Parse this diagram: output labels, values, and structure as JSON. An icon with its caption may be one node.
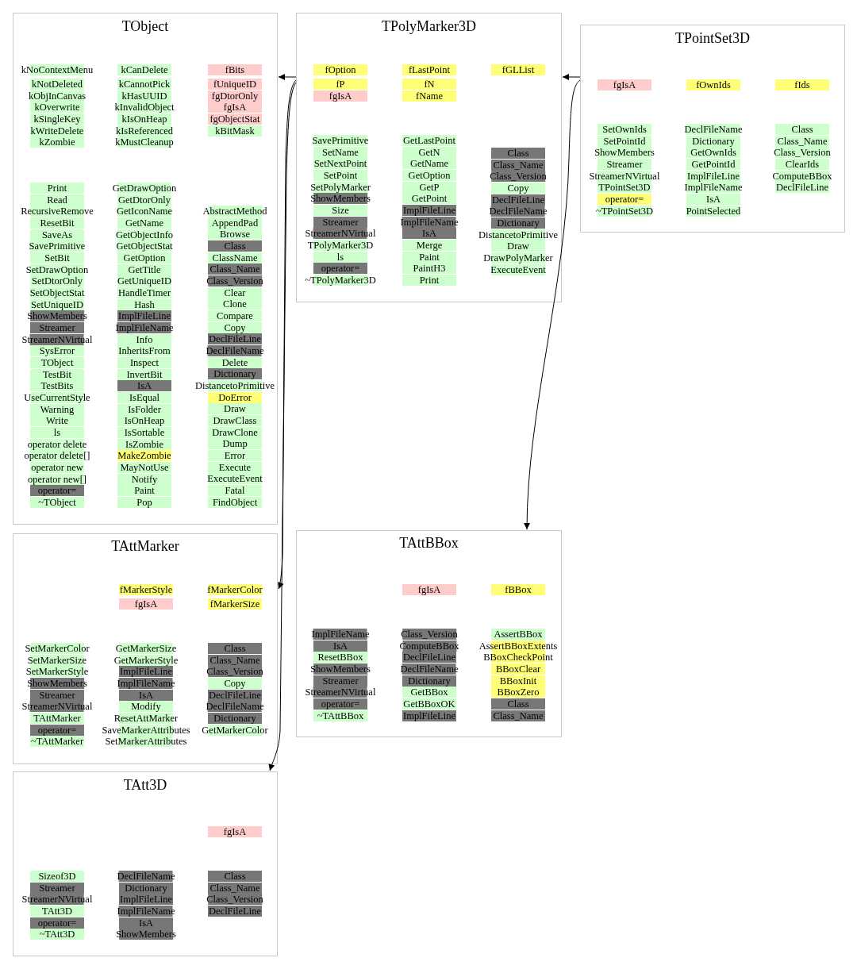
{
  "diagram": {
    "nodes": [
      {
        "text": [
          "TObject"
        ]
      },
      {
        "text": [
          "TPolyMarker3D"
        ]
      },
      {
        "text": [
          "TPointSet3D"
        ]
      },
      {
        "text": [
          "TAttMarker"
        ]
      },
      {
        "text": [
          "TAttBBox"
        ]
      },
      {
        "text": [
          "TAtt3D"
        ]
      },
      {
        "text": [
          "kNoContextMenu"
        ],
        "in": 0
      },
      {
        "text": [
          "kNotDeleted"
        ],
        "in": 0
      },
      {
        "text": [
          "kObjInCanvas"
        ],
        "in": 0
      },
      {
        "text": [
          "kOverwrite"
        ],
        "in": 0
      },
      {
        "text": [
          "kSingleKey"
        ],
        "in": 0
      },
      {
        "text": [
          "kWriteDelete"
        ],
        "in": 0
      },
      {
        "text": [
          "kZombie"
        ],
        "in": 0
      },
      {
        "text": [
          "kCanDelete"
        ],
        "in": 0
      },
      {
        "text": [
          "kCannotPick"
        ],
        "in": 0
      },
      {
        "text": [
          "kHasUUID"
        ],
        "in": 0
      },
      {
        "text": [
          "kInvalidObject"
        ],
        "in": 0
      },
      {
        "text": [
          "kIsOnHeap"
        ],
        "in": 0
      },
      {
        "text": [
          "kIsReferenced"
        ],
        "in": 0
      },
      {
        "text": [
          "kMustCleanup"
        ],
        "in": 0
      },
      {
        "text": [
          "fBits"
        ],
        "in": 0
      },
      {
        "text": [
          "fUniqueID"
        ],
        "in": 0
      },
      {
        "text": [
          "fgDtorOnly"
        ],
        "in": 0
      },
      {
        "text": [
          "fgIsA"
        ],
        "in": 0
      },
      {
        "text": [
          "fgObjectStat"
        ],
        "in": 0
      },
      {
        "text": [
          "kBitMask"
        ],
        "in": 0
      },
      {
        "text": [
          "Print"
        ],
        "in": 0
      },
      {
        "text": [
          "Read"
        ],
        "in": 0
      },
      {
        "text": [
          "RecursiveRemove"
        ],
        "in": 0
      },
      {
        "text": [
          "ResetBit"
        ],
        "in": 0
      },
      {
        "text": [
          "SaveAs"
        ],
        "in": 0
      },
      {
        "text": [
          "SavePrimitive"
        ],
        "in": 0
      },
      {
        "text": [
          "SetBit"
        ],
        "in": 0
      },
      {
        "text": [
          "SetDrawOption"
        ],
        "in": 0
      },
      {
        "text": [
          "SetDtorOnly"
        ],
        "in": 0
      },
      {
        "text": [
          "SetObjectStat"
        ],
        "in": 0
      },
      {
        "text": [
          "SetUniqueID"
        ],
        "in": 0
      },
      {
        "text": [
          "ShowMembers"
        ],
        "in": 0
      },
      {
        "text": [
          "Streamer"
        ],
        "in": 0
      },
      {
        "text": [
          "StreamerNVirtual"
        ],
        "in": 0
      },
      {
        "text": [
          "SysError"
        ],
        "in": 0
      },
      {
        "text": [
          "TObject"
        ],
        "in": 0
      },
      {
        "text": [
          "TestBit"
        ],
        "in": 0
      },
      {
        "text": [
          "TestBits"
        ],
        "in": 0
      },
      {
        "text": [
          "UseCurrentStyle"
        ],
        "in": 0
      },
      {
        "text": [
          "Warning"
        ],
        "in": 0
      },
      {
        "text": [
          "Write"
        ],
        "in": 0
      },
      {
        "text": [
          "ls"
        ],
        "in": 0
      },
      {
        "text": [
          "operator delete"
        ],
        "in": 0
      },
      {
        "text": [
          "operator delete[]"
        ],
        "in": 0
      },
      {
        "text": [
          "operator new"
        ],
        "in": 0
      },
      {
        "text": [
          "operator new[]"
        ],
        "in": 0
      },
      {
        "text": [
          "operator="
        ],
        "in": 0
      },
      {
        "text": [
          "~TObject"
        ],
        "in": 0
      },
      {
        "text": [
          "GetDrawOption"
        ],
        "in": 0
      },
      {
        "text": [
          "GetDtorOnly"
        ],
        "in": 0
      },
      {
        "text": [
          "GetIconName"
        ],
        "in": 0
      },
      {
        "text": [
          "GetName"
        ],
        "in": 0
      },
      {
        "text": [
          "GetObjectInfo"
        ],
        "in": 0
      },
      {
        "text": [
          "GetObjectStat"
        ],
        "in": 0
      },
      {
        "text": [
          "GetOption"
        ],
        "in": 0
      },
      {
        "text": [
          "GetTitle"
        ],
        "in": 0
      },
      {
        "text": [
          "GetUniqueID"
        ],
        "in": 0
      },
      {
        "text": [
          "HandleTimer"
        ],
        "in": 0
      },
      {
        "text": [
          "Hash"
        ],
        "in": 0
      },
      {
        "text": [
          "ImplFileLine"
        ],
        "in": 0
      },
      {
        "text": [
          "ImplFileName"
        ],
        "in": 0
      },
      {
        "text": [
          "Info"
        ],
        "in": 0
      },
      {
        "text": [
          "InheritsFrom"
        ],
        "in": 0
      },
      {
        "text": [
          "Inspect"
        ],
        "in": 0
      },
      {
        "text": [
          "InvertBit"
        ],
        "in": 0
      },
      {
        "text": [
          "IsA"
        ],
        "in": 0
      },
      {
        "text": [
          "IsEqual"
        ],
        "in": 0
      },
      {
        "text": [
          "IsFolder"
        ],
        "in": 0
      },
      {
        "text": [
          "IsOnHeap"
        ],
        "in": 0
      },
      {
        "text": [
          "IsSortable"
        ],
        "in": 0
      },
      {
        "text": [
          "IsZombie"
        ],
        "in": 0
      },
      {
        "text": [
          "MakeZombie"
        ],
        "in": 0
      },
      {
        "text": [
          "MayNotUse"
        ],
        "in": 0
      },
      {
        "text": [
          "Notify"
        ],
        "in": 0
      },
      {
        "text": [
          "Paint"
        ],
        "in": 0
      },
      {
        "text": [
          "Pop"
        ],
        "in": 0
      },
      {
        "text": [
          "AbstractMethod"
        ],
        "in": 0
      },
      {
        "text": [
          "AppendPad"
        ],
        "in": 0
      },
      {
        "text": [
          "Browse"
        ],
        "in": 0
      },
      {
        "text": [
          "Class"
        ],
        "in": 0
      },
      {
        "text": [
          "ClassName"
        ],
        "in": 0
      },
      {
        "text": [
          "Class_Name"
        ],
        "in": 0
      },
      {
        "text": [
          "Class_Version"
        ],
        "in": 0
      },
      {
        "text": [
          "Clear"
        ],
        "in": 0
      },
      {
        "text": [
          "Clone"
        ],
        "in": 0
      },
      {
        "text": [
          "Compare"
        ],
        "in": 0
      },
      {
        "text": [
          "Copy"
        ],
        "in": 0
      },
      {
        "text": [
          "DeclFileLine"
        ],
        "in": 0
      },
      {
        "text": [
          "DeclFileName"
        ],
        "in": 0
      },
      {
        "text": [
          "Delete"
        ],
        "in": 0
      },
      {
        "text": [
          "Dictionary"
        ],
        "in": 0
      },
      {
        "text": [
          "DistancetoPrimitive"
        ],
        "in": 0
      },
      {
        "text": [
          "DoError"
        ],
        "in": 0
      },
      {
        "text": [
          "Draw"
        ],
        "in": 0
      },
      {
        "text": [
          "DrawClass"
        ],
        "in": 0
      },
      {
        "text": [
          "DrawClone"
        ],
        "in": 0
      },
      {
        "text": [
          "Dump"
        ],
        "in": 0
      },
      {
        "text": [
          "Error"
        ],
        "in": 0
      },
      {
        "text": [
          "Execute"
        ],
        "in": 0
      },
      {
        "text": [
          "ExecuteEvent"
        ],
        "in": 0
      },
      {
        "text": [
          "Fatal"
        ],
        "in": 0
      },
      {
        "text": [
          "FindObject"
        ],
        "in": 0
      },
      {
        "text": [
          "fOption"
        ],
        "in": 1
      },
      {
        "text": [
          "fP"
        ],
        "in": 1
      },
      {
        "text": [
          "fgIsA"
        ],
        "in": 1
      },
      {
        "text": [
          "fLastPoint"
        ],
        "in": 1
      },
      {
        "text": [
          "fN"
        ],
        "in": 1
      },
      {
        "text": [
          "fName"
        ],
        "in": 1
      },
      {
        "text": [
          "fGLList"
        ],
        "in": 1
      },
      {
        "text": [
          "SavePrimitive"
        ],
        "in": 1
      },
      {
        "text": [
          "SetName"
        ],
        "in": 1
      },
      {
        "text": [
          "SetNextPoint"
        ],
        "in": 1
      },
      {
        "text": [
          "SetPoint"
        ],
        "in": 1
      },
      {
        "text": [
          "SetPolyMarker"
        ],
        "in": 1
      },
      {
        "text": [
          "ShowMembers"
        ],
        "in": 1
      },
      {
        "text": [
          "Size"
        ],
        "in": 1
      },
      {
        "text": [
          "Streamer"
        ],
        "in": 1
      },
      {
        "text": [
          "StreamerNVirtual"
        ],
        "in": 1
      },
      {
        "text": [
          "TPolyMarker3D"
        ],
        "in": 1
      },
      {
        "text": [
          "ls"
        ],
        "in": 1
      },
      {
        "text": [
          "operator="
        ],
        "in": 1
      },
      {
        "text": [
          "~TPolyMarker3D"
        ],
        "in": 1
      },
      {
        "text": [
          "GetLastPoint"
        ],
        "in": 1
      },
      {
        "text": [
          "GetN"
        ],
        "in": 1
      },
      {
        "text": [
          "GetName"
        ],
        "in": 1
      },
      {
        "text": [
          "GetOption"
        ],
        "in": 1
      },
      {
        "text": [
          "GetP"
        ],
        "in": 1
      },
      {
        "text": [
          "GetPoint"
        ],
        "in": 1
      },
      {
        "text": [
          "ImplFileLine"
        ],
        "in": 1
      },
      {
        "text": [
          "ImplFileName"
        ],
        "in": 1
      },
      {
        "text": [
          "IsA"
        ],
        "in": 1
      },
      {
        "text": [
          "Merge"
        ],
        "in": 1
      },
      {
        "text": [
          "Paint"
        ],
        "in": 1
      },
      {
        "text": [
          "PaintH3"
        ],
        "in": 1
      },
      {
        "text": [
          "Print"
        ],
        "in": 1
      },
      {
        "text": [
          "Class"
        ],
        "in": 1
      },
      {
        "text": [
          "Class_Name"
        ],
        "in": 1
      },
      {
        "text": [
          "Class_Version"
        ],
        "in": 1
      },
      {
        "text": [
          "Copy"
        ],
        "in": 1
      },
      {
        "text": [
          "DeclFileLine"
        ],
        "in": 1
      },
      {
        "text": [
          "DeclFileName"
        ],
        "in": 1
      },
      {
        "text": [
          "Dictionary"
        ],
        "in": 1
      },
      {
        "text": [
          "DistancetoPrimitive"
        ],
        "in": 1
      },
      {
        "text": [
          "Draw"
        ],
        "in": 1
      },
      {
        "text": [
          "DrawPolyMarker"
        ],
        "in": 1
      },
      {
        "text": [
          "ExecuteEvent"
        ],
        "in": 1
      },
      {
        "text": [
          "fgIsA"
        ],
        "in": 2
      },
      {
        "text": [
          "fOwnIds"
        ],
        "in": 2
      },
      {
        "text": [
          "fIds"
        ],
        "in": 2
      },
      {
        "text": [
          "SetOwnIds"
        ],
        "in": 2
      },
      {
        "text": [
          "SetPointId"
        ],
        "in": 2
      },
      {
        "text": [
          "ShowMembers"
        ],
        "in": 2
      },
      {
        "text": [
          "Streamer"
        ],
        "in": 2
      },
      {
        "text": [
          "StreamerNVirtual"
        ],
        "in": 2
      },
      {
        "text": [
          "TPointSet3D"
        ],
        "in": 2
      },
      {
        "text": [
          "operator="
        ],
        "in": 2
      },
      {
        "text": [
          "~TPointSet3D"
        ],
        "in": 2
      },
      {
        "text": [
          "DeclFileName"
        ],
        "in": 2
      },
      {
        "text": [
          "Dictionary"
        ],
        "in": 2
      },
      {
        "text": [
          "GetOwnIds"
        ],
        "in": 2
      },
      {
        "text": [
          "GetPointId"
        ],
        "in": 2
      },
      {
        "text": [
          "ImplFileLine"
        ],
        "in": 2
      },
      {
        "text": [
          "ImplFileName"
        ],
        "in": 2
      },
      {
        "text": [
          "IsA"
        ],
        "in": 2
      },
      {
        "text": [
          "PointSelected"
        ],
        "in": 2
      },
      {
        "text": [
          "Class"
        ],
        "in": 2
      },
      {
        "text": [
          "Class_Name"
        ],
        "in": 2
      },
      {
        "text": [
          "Class_Version"
        ],
        "in": 2
      },
      {
        "text": [
          "ClearIds"
        ],
        "in": 2
      },
      {
        "text": [
          "ComputeBBox"
        ],
        "in": 2
      },
      {
        "text": [
          "DeclFileLine"
        ],
        "in": 2
      },
      {
        "text": [
          "fMarkerStyle"
        ],
        "in": 3
      },
      {
        "text": [
          "fgIsA"
        ],
        "in": 3
      },
      {
        "text": [
          "fMarkerColor"
        ],
        "in": 3
      },
      {
        "text": [
          "fMarkerSize"
        ],
        "in": 3
      },
      {
        "text": [
          "SetMarkerColor"
        ],
        "in": 3
      },
      {
        "text": [
          "SetMarkerSize"
        ],
        "in": 3
      },
      {
        "text": [
          "SetMarkerStyle"
        ],
        "in": 3
      },
      {
        "text": [
          "ShowMembers"
        ],
        "in": 3
      },
      {
        "text": [
          "Streamer"
        ],
        "in": 3
      },
      {
        "text": [
          "StreamerNVirtual"
        ],
        "in": 3
      },
      {
        "text": [
          "TAttMarker"
        ],
        "in": 3
      },
      {
        "text": [
          "operator="
        ],
        "in": 3
      },
      {
        "text": [
          "~TAttMarker"
        ],
        "in": 3
      },
      {
        "text": [
          "GetMarkerSize"
        ],
        "in": 3
      },
      {
        "text": [
          "GetMarkerStyle"
        ],
        "in": 3
      },
      {
        "text": [
          "ImplFileLine"
        ],
        "in": 3
      },
      {
        "text": [
          "ImplFileName"
        ],
        "in": 3
      },
      {
        "text": [
          "IsA"
        ],
        "in": 3
      },
      {
        "text": [
          "Modify"
        ],
        "in": 3
      },
      {
        "text": [
          "ResetAttMarker"
        ],
        "in": 3
      },
      {
        "text": [
          "SaveMarkerAttributes"
        ],
        "in": 3
      },
      {
        "text": [
          "SetMarkerAttributes"
        ],
        "in": 3
      },
      {
        "text": [
          "Class"
        ],
        "in": 3
      },
      {
        "text": [
          "Class_Name"
        ],
        "in": 3
      },
      {
        "text": [
          "Class_Version"
        ],
        "in": 3
      },
      {
        "text": [
          "Copy"
        ],
        "in": 3
      },
      {
        "text": [
          "DeclFileLine"
        ],
        "in": 3
      },
      {
        "text": [
          "DeclFileName"
        ],
        "in": 3
      },
      {
        "text": [
          "Dictionary"
        ],
        "in": 3
      },
      {
        "text": [
          "GetMarkerColor"
        ],
        "in": 3
      },
      {
        "text": [
          "fgIsA"
        ],
        "in": 4
      },
      {
        "text": [
          "fBBox"
        ],
        "in": 4
      },
      {
        "text": [
          "ImplFileName"
        ],
        "in": 4
      },
      {
        "text": [
          "IsA"
        ],
        "in": 4
      },
      {
        "text": [
          "ResetBBox"
        ],
        "in": 4
      },
      {
        "text": [
          "ShowMembers"
        ],
        "in": 4
      },
      {
        "text": [
          "Streamer"
        ],
        "in": 4
      },
      {
        "text": [
          "StreamerNVirtual"
        ],
        "in": 4
      },
      {
        "text": [
          "operator="
        ],
        "in": 4
      },
      {
        "text": [
          "~TAttBBox"
        ],
        "in": 4
      },
      {
        "text": [
          "Class_Version"
        ],
        "in": 4
      },
      {
        "text": [
          "ComputeBBox"
        ],
        "in": 4
      },
      {
        "text": [
          "DeclFileLine"
        ],
        "in": 4
      },
      {
        "text": [
          "DeclFileName"
        ],
        "in": 4
      },
      {
        "text": [
          "Dictionary"
        ],
        "in": 4
      },
      {
        "text": [
          "GetBBox"
        ],
        "in": 4
      },
      {
        "text": [
          "GetBBoxOK"
        ],
        "in": 4
      },
      {
        "text": [
          "ImplFileLine"
        ],
        "in": 4
      },
      {
        "text": [
          "AssertBBox"
        ],
        "in": 4
      },
      {
        "text": [
          "AssertBBoxExtents"
        ],
        "in": 4
      },
      {
        "text": [
          "BBoxCheckPoint"
        ],
        "in": 4
      },
      {
        "text": [
          "BBoxClear"
        ],
        "in": 4
      },
      {
        "text": [
          "BBoxInit"
        ],
        "in": 4
      },
      {
        "text": [
          "BBoxZero"
        ],
        "in": 4
      },
      {
        "text": [
          "Class"
        ],
        "in": 4
      },
      {
        "text": [
          "Class_Name"
        ],
        "in": 4
      },
      {
        "text": [
          "fgIsA"
        ],
        "in": 5
      },
      {
        "text": [
          "Sizeof3D"
        ],
        "in": 5
      },
      {
        "text": [
          "Streamer"
        ],
        "in": 5
      },
      {
        "text": [
          "StreamerNVirtual"
        ],
        "in": 5
      },
      {
        "text": [
          "TAtt3D"
        ],
        "in": 5
      },
      {
        "text": [
          "operator="
        ],
        "in": 5
      },
      {
        "text": [
          "~TAtt3D"
        ],
        "in": 5
      },
      {
        "text": [
          "DeclFileName"
        ],
        "in": 5
      },
      {
        "text": [
          "Dictionary"
        ],
        "in": 5
      },
      {
        "text": [
          "ImplFileLine"
        ],
        "in": 5
      },
      {
        "text": [
          "ImplFileName"
        ],
        "in": 5
      },
      {
        "text": [
          "IsA"
        ],
        "in": 5
      },
      {
        "text": [
          "ShowMembers"
        ],
        "in": 5
      },
      {
        "text": [
          "Class"
        ],
        "in": 5
      },
      {
        "text": [
          "Class_Name"
        ],
        "in": 5
      },
      {
        "text": [
          "Class_Version"
        ],
        "in": 5
      },
      {
        "text": [
          "DeclFileLine"
        ],
        "in": 5
      }
    ],
    "edges": [
      {
        "from": 1,
        "to": 0,
        "arrow": "to"
      },
      {
        "from": 2,
        "to": 1,
        "arrow": "to"
      },
      {
        "from": 2,
        "to": 4,
        "arrow": "to"
      },
      {
        "from": 1,
        "to": 3,
        "arrow": "to"
      },
      {
        "from": 1,
        "to": 5,
        "arrow": "to"
      }
    ]
  }
}
